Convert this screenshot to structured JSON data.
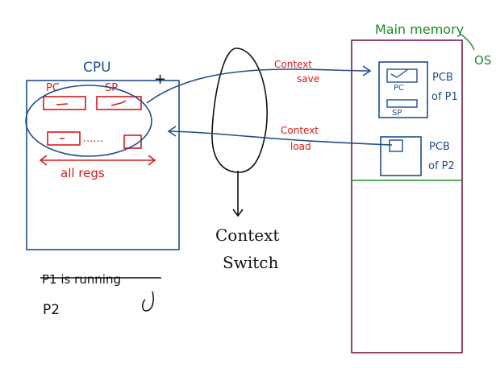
{
  "colors": {
    "blue": "#1f4e8c",
    "red": "#d71a1a",
    "green": "#1e8a2a",
    "maroon": "#7a1a4a",
    "black": "#111111"
  },
  "cpu": {
    "title": "CPU",
    "plus": "+",
    "pc_label": "PC",
    "sp_label": "SP",
    "dots": "......",
    "all_regs": "all regs"
  },
  "memory": {
    "title": "Main memory",
    "os_label": "OS",
    "pcb1": {
      "label_line1": "PCB",
      "label_line2": "of P1",
      "pc": "PC",
      "sp": "SP"
    },
    "pcb2": {
      "label_line1": "PCB",
      "label_line2": "of P2"
    }
  },
  "arrows": {
    "save_line1": "Context",
    "save_line2": "save",
    "load_line1": "Context",
    "load_line2": "load"
  },
  "context_switch": {
    "line1": "Context",
    "line2": "Switch"
  },
  "status": {
    "struck": "P1 is running",
    "current": "P2"
  }
}
